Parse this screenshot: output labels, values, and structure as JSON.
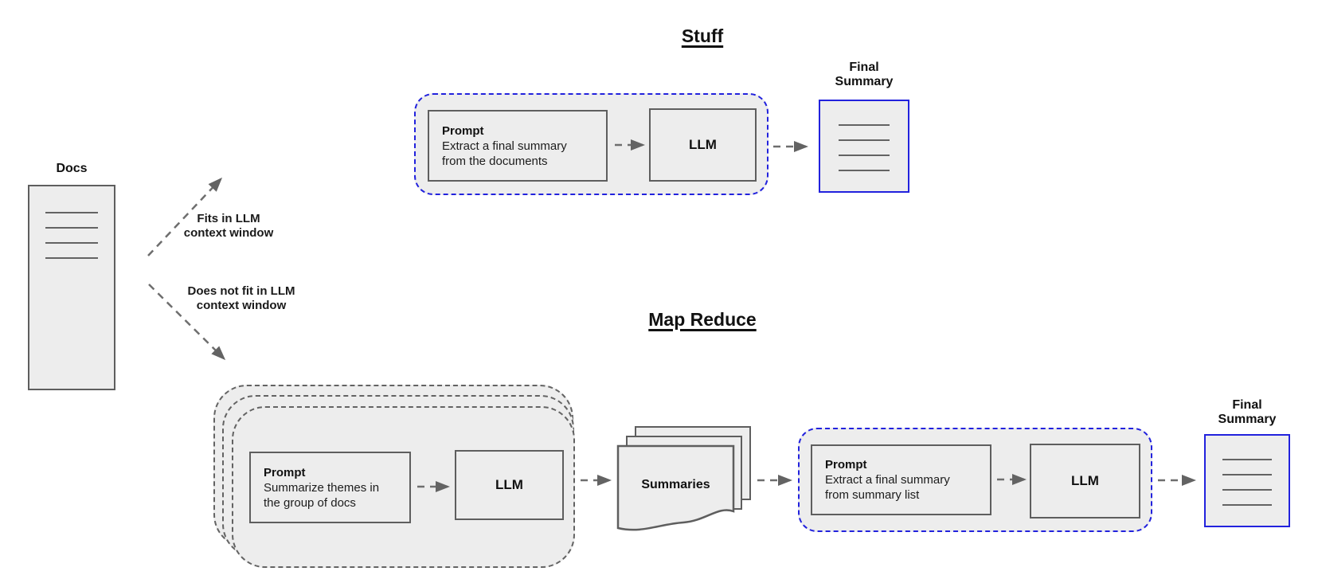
{
  "colors": {
    "accent_blue": "#2222dd",
    "shape_fill": "#ededed",
    "shape_border": "#5e5e5e",
    "arrow_gray": "#6e6e6e",
    "text_black": "#111111"
  },
  "docs": {
    "label": "Docs"
  },
  "branch_fits": {
    "line1": "Fits in LLM",
    "line2": "context window"
  },
  "branch_not_fit": {
    "line1": "Does not fit in LLM",
    "line2": "context window"
  },
  "stuff": {
    "title": "Stuff",
    "prompt_heading": "Prompt",
    "prompt_body": "Extract a final summary\nfrom the documents",
    "llm": "LLM",
    "final_label_line1": "Final",
    "final_label_line2": "Summary"
  },
  "map_reduce": {
    "title": "Map Reduce",
    "map_prompt_heading": "Prompt",
    "map_prompt_body": "Summarize themes in\nthe group of docs",
    "map_llm": "LLM",
    "summaries_label": "Summaries",
    "reduce_prompt_heading": "Prompt",
    "reduce_prompt_body": "Extract a final summary\nfrom summary list",
    "reduce_llm": "LLM",
    "final_label_line1": "Final",
    "final_label_line2": "Summary"
  }
}
